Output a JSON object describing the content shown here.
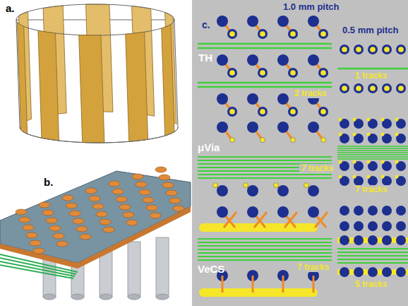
{
  "diagram": {
    "labels": [
      "a.",
      "b.",
      "c.",
      "1.0 mm pitch",
      "0.5 mm pitch",
      "TH",
      "2 tracks",
      "1 tracks",
      "μVia",
      "7 tracks",
      "7 tracks",
      "VeCS",
      "7 tracks",
      "5 tracks"
    ]
  }
}
